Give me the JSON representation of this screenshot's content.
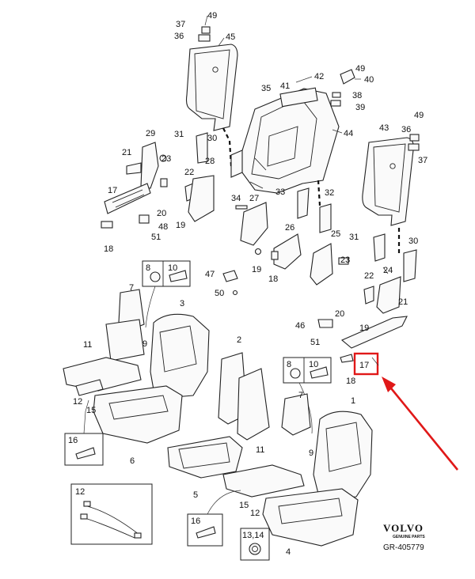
{
  "callouts": {
    "c49a": "49",
    "c37a": "37",
    "c36a": "36",
    "c45": "45",
    "c42": "42",
    "c35": "35",
    "c41": "41",
    "c49b": "49",
    "c40": "40",
    "c38": "38",
    "c39": "39",
    "c44": "44",
    "c29": "29",
    "c31a": "31",
    "c30a": "30",
    "c21a": "21",
    "c23a": "23",
    "c22a": "22",
    "c28": "28",
    "c17a": "17",
    "c20a": "20",
    "c48": "48",
    "c19a": "19",
    "c51a": "51",
    "c18a": "18",
    "c33": "33",
    "c34": "34",
    "c27": "27",
    "c32": "32",
    "c26": "26",
    "c25": "25",
    "c19b": "19",
    "c18b": "18",
    "c43": "43",
    "c49c": "49",
    "c36b": "36",
    "c37b": "37",
    "c31b": "31",
    "c30b": "30",
    "c24": "24",
    "c23b": "23",
    "c22b": "22",
    "c20b": "20",
    "c21b": "21",
    "c19c": "19",
    "c46": "46",
    "c51b": "51",
    "c17b": "17",
    "c18c": "18",
    "c8a": "8",
    "c10a": "10",
    "c47": "47",
    "c50": "50",
    "c7a": "7",
    "c3": "3",
    "c9a": "9",
    "c11a": "11",
    "c2": "2",
    "c12a": "12",
    "c15a": "15",
    "c16a": "16",
    "c6": "6",
    "c5": "5",
    "c8b": "8",
    "c10b": "10",
    "c1": "1",
    "c7b": "7",
    "c9b": "9",
    "c11b": "11",
    "c15b": "15",
    "c12b": "12",
    "c16b": "16",
    "c12c": "12",
    "c1314": "13,14",
    "c4": "4"
  },
  "highlight": {
    "label": "17",
    "color": "#e01818"
  },
  "brand": {
    "name": "VOLVO",
    "subtitle": "GENUINE PARTS",
    "reference": "GR-405779"
  }
}
